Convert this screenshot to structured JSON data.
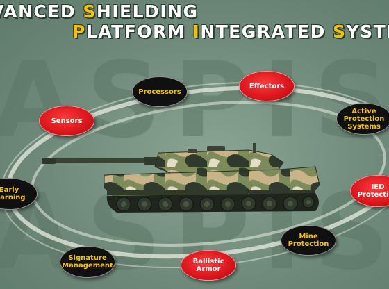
{
  "title": {
    "line1": {
      "cap": "",
      "rest": "VANCED ",
      "cap2": "S",
      "rest2": "HIELDING"
    },
    "line2": {
      "cap": "P",
      "rest": "LATFORM ",
      "cap2": "I",
      "rest2": "NTEGRATED ",
      "cap3": "S",
      "rest3": "YSTE"
    }
  },
  "background_letters": {
    "row1": "ASPIS",
    "row2": "ASPIS"
  },
  "nodes": {
    "processors": {
      "lines": [
        "Processors"
      ]
    },
    "effectors": {
      "lines": [
        "Effectors"
      ]
    },
    "sensors": {
      "lines": [
        "Sensors"
      ]
    },
    "active_protection": {
      "lines": [
        "Active",
        "Protection",
        "Systems"
      ]
    },
    "early_warning": {
      "lines": [
        "Early",
        "Warning"
      ]
    },
    "ied_protection": {
      "lines": [
        "IED",
        "Protection"
      ]
    },
    "mine_protection": {
      "lines": [
        "Mine",
        "Protection"
      ]
    },
    "signature_management": {
      "lines": [
        "Signature",
        "Management"
      ]
    },
    "ballistic_armor": {
      "lines": [
        "Ballistic",
        "Armor"
      ]
    }
  },
  "colors": {
    "background": "#6f8a7a",
    "title_accent": "#f2c200",
    "title_text": "#ffffff",
    "oval_black": "#101010",
    "oval_red": "#d9141b"
  },
  "icons": [
    "main-battle-tank-illustration"
  ]
}
